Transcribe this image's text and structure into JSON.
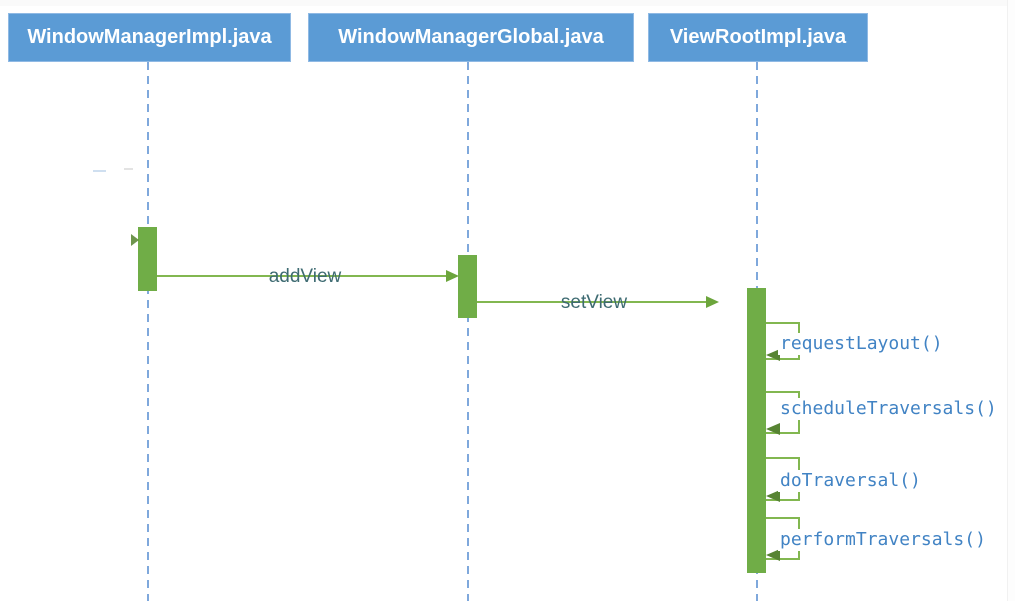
{
  "diagram": {
    "type": "sequence-diagram",
    "participants": [
      {
        "label": "WindowManagerImpl.java"
      },
      {
        "label": "WindowManagerGlobal.java"
      },
      {
        "label": "ViewRootImpl.java"
      }
    ],
    "messages": [
      {
        "label": "addView",
        "from": "WindowManagerImpl.java",
        "to": "WindowManagerGlobal.java"
      },
      {
        "label": "setView",
        "from": "WindowManagerGlobal.java",
        "to": "ViewRootImpl.java"
      }
    ],
    "self_messages": [
      {
        "label": "requestLayout()",
        "on": "ViewRootImpl.java"
      },
      {
        "label": "scheduleTraversals()",
        "on": "ViewRootImpl.java"
      },
      {
        "label": "doTraversal()",
        "on": "ViewRootImpl.java"
      },
      {
        "label": "performTraversals()",
        "on": "ViewRootImpl.java"
      }
    ]
  },
  "colors": {
    "participant-fill": "#5B9BD5",
    "participant-border": "#8FB9E4",
    "participant-text": "#FFFFFF",
    "lifeline": "#7FA8DC",
    "activation-fill": "#70AD47",
    "message-line": "#82B750",
    "message-arrowhead": "#6CA53C",
    "self-arrowhead": "#578433",
    "message-label": "#3E6B72",
    "self-label": "#4183C4"
  }
}
